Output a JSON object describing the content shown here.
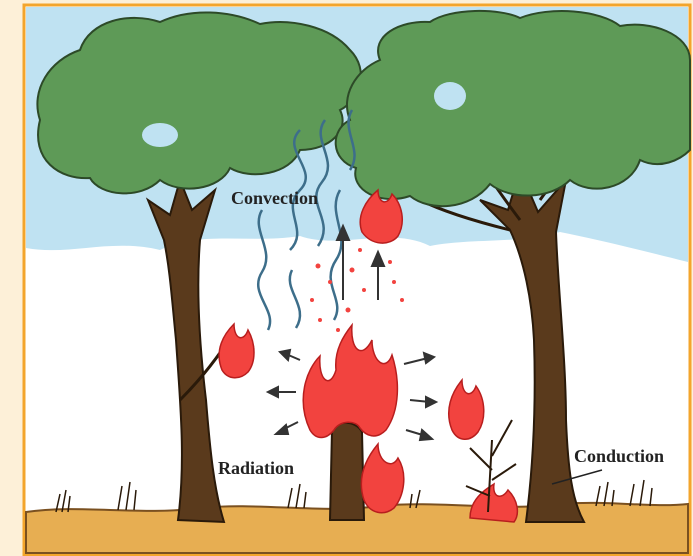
{
  "labels": {
    "convection": "Convection",
    "radiation": "Radiation",
    "conduction": "Conduction"
  },
  "colors": {
    "frame": "#f3a52c",
    "sky": "#bfe2f2",
    "foliage": "#5e9a57",
    "trunk": "#5a3a1c",
    "ground": "#e7ae52",
    "flame": "#f2433f",
    "smoke": "#3d6e8a",
    "background": "#fdf0d8"
  }
}
